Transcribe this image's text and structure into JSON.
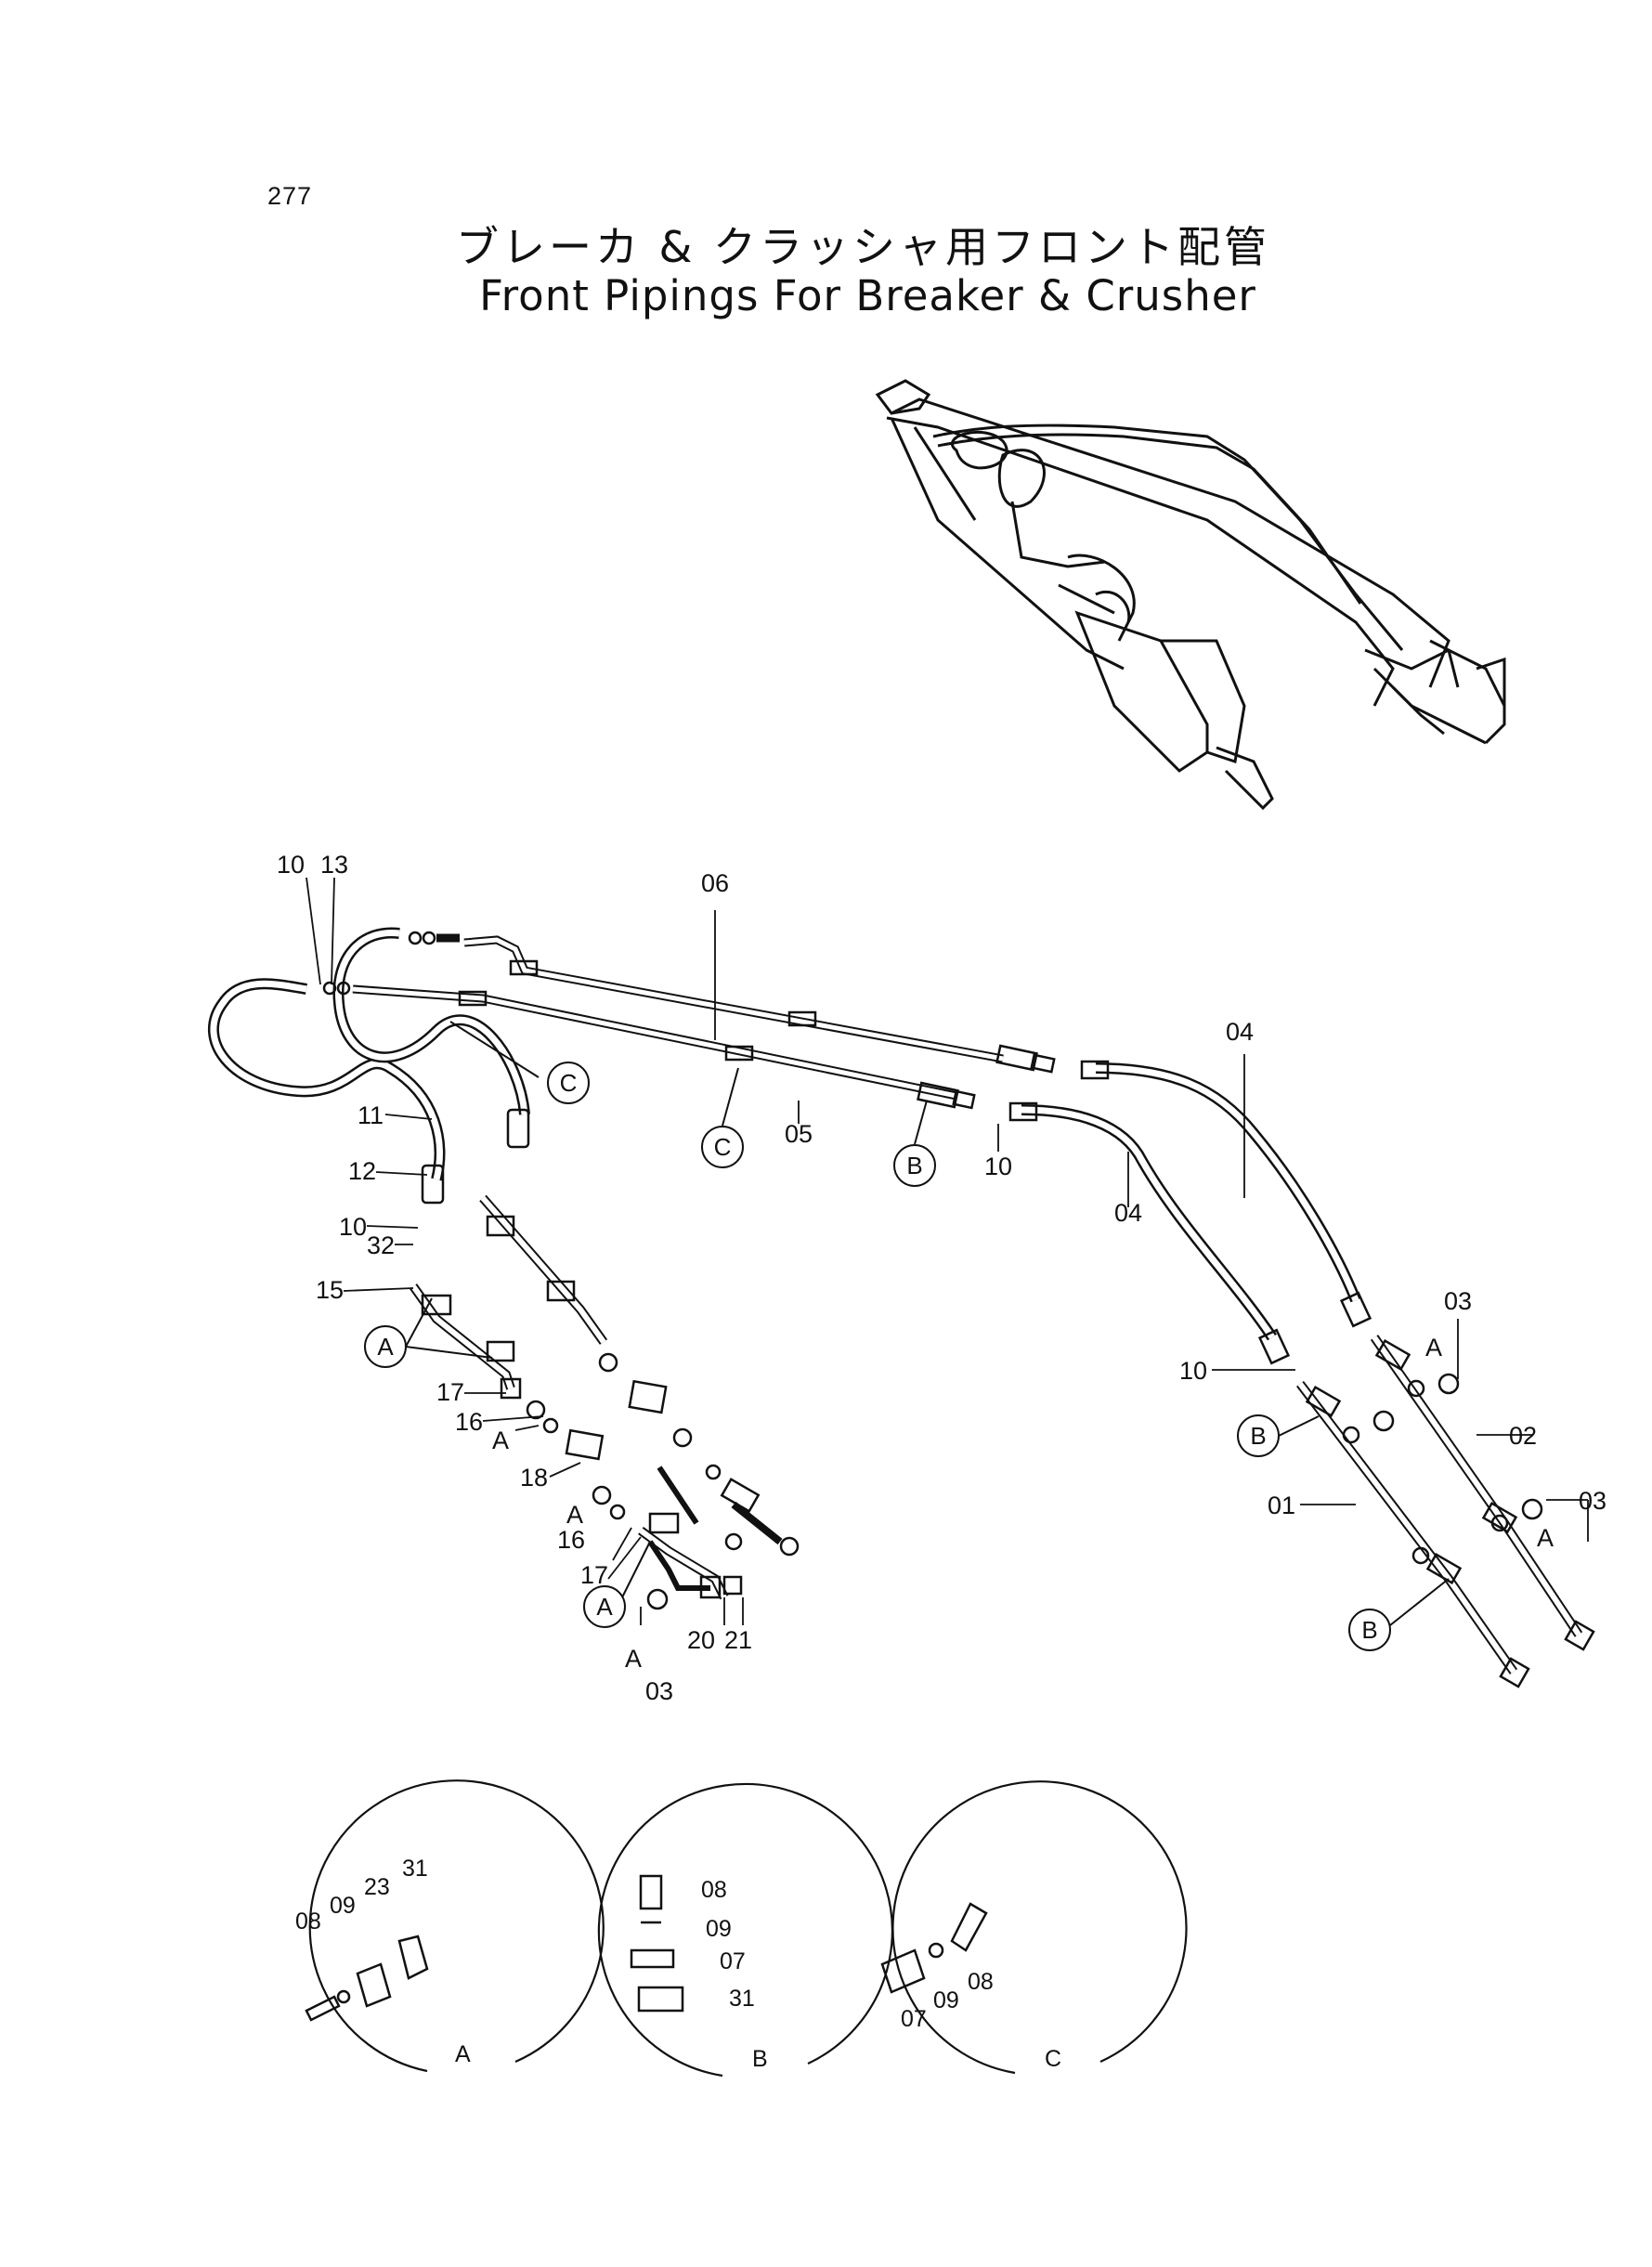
{
  "page_number": "277",
  "title_japanese": "ブレーカ & クラッシャ用フロント配管",
  "title_english": "Front Pipings For Breaker & Crusher",
  "callouts": {
    "c10a": "10",
    "c13": "13",
    "c06": "06",
    "c04a": "04",
    "c04b": "04",
    "c05": "05",
    "c10b": "10",
    "c11": "11",
    "c12": "12",
    "c10c": "10",
    "c32": "32",
    "c15": "15",
    "c17a": "17",
    "c16a": "16",
    "c18": "18",
    "c16b": "16",
    "c17b": "17",
    "c20": "20",
    "c21": "21",
    "c03a": "03",
    "c10d": "10",
    "c03b": "03",
    "c02": "02",
    "c01": "01",
    "c03c": "03"
  },
  "letter_refs": {
    "A": "A",
    "B": "B",
    "C": "C"
  },
  "detail_a": {
    "l08": "08",
    "l09": "09",
    "l23": "23",
    "l31": "31",
    "label": "A"
  },
  "detail_b": {
    "l08": "08",
    "l09": "09",
    "l07": "07",
    "l31": "31",
    "label": "B"
  },
  "detail_c": {
    "l07": "07",
    "l09": "09",
    "l08": "08",
    "label": "C"
  }
}
